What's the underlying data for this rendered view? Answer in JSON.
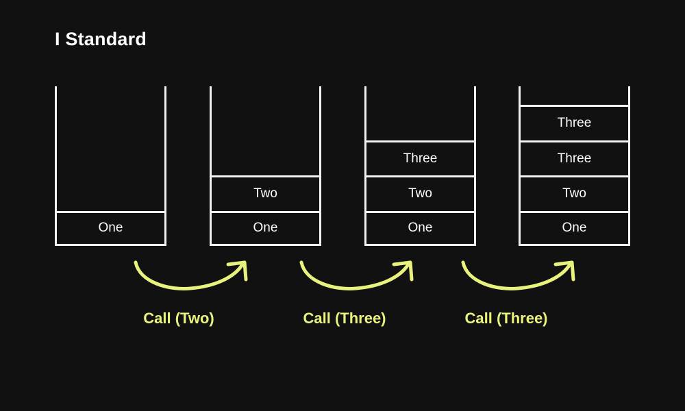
{
  "slide": {
    "title": "I Standard",
    "background_color": "#111111",
    "frame_color": "#f2f2f2",
    "text_color": "#ffffff",
    "accent_color": "#e9f27d"
  },
  "stacks": [
    {
      "name": "stack-1",
      "cells": [
        "One"
      ]
    },
    {
      "name": "stack-2",
      "cells": [
        "One",
        "Two"
      ]
    },
    {
      "name": "stack-3",
      "cells": [
        "One",
        "Two",
        "Three"
      ]
    },
    {
      "name": "stack-4",
      "cells": [
        "One",
        "Two",
        "Three",
        "Three"
      ]
    }
  ],
  "transitions": [
    {
      "label": "Call (Two)",
      "icon": "curved-arrow-up-right-icon"
    },
    {
      "label": "Call (Three)",
      "icon": "curved-arrow-up-right-icon"
    },
    {
      "label": "Call (Three)",
      "icon": "curved-arrow-up-right-icon"
    }
  ]
}
